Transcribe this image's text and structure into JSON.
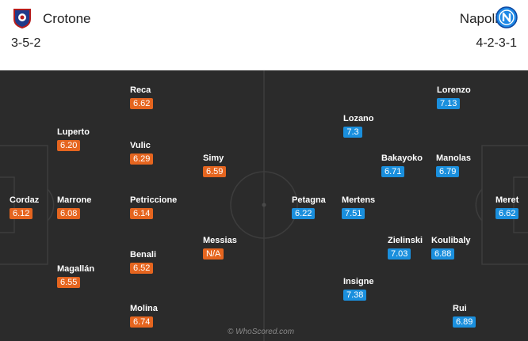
{
  "home": {
    "name": "Crotone",
    "formation": "3-5-2",
    "players": [
      {
        "name": "Reca",
        "rating": "6.62"
      },
      {
        "name": "Luperto",
        "rating": "6.20"
      },
      {
        "name": "Vulic",
        "rating": "6.29"
      },
      {
        "name": "Simy",
        "rating": "6.59"
      },
      {
        "name": "Cordaz",
        "rating": "6.12"
      },
      {
        "name": "Marrone",
        "rating": "6.08"
      },
      {
        "name": "Petriccione",
        "rating": "6.14"
      },
      {
        "name": "Messias",
        "rating": "N/A"
      },
      {
        "name": "Benali",
        "rating": "6.52"
      },
      {
        "name": "Magallán",
        "rating": "6.55"
      },
      {
        "name": "Molina",
        "rating": "6.74"
      }
    ]
  },
  "away": {
    "name": "Napoli",
    "formation": "4-2-3-1",
    "players": [
      {
        "name": "Lorenzo",
        "rating": "7.13"
      },
      {
        "name": "Lozano",
        "rating": "7.3"
      },
      {
        "name": "Bakayoko",
        "rating": "6.71"
      },
      {
        "name": "Manolas",
        "rating": "6.79"
      },
      {
        "name": "Petagna",
        "rating": "6.22"
      },
      {
        "name": "Mertens",
        "rating": "7.51"
      },
      {
        "name": "Meret",
        "rating": "6.62"
      },
      {
        "name": "Zielinski",
        "rating": "7.03"
      },
      {
        "name": "Koulibaly",
        "rating": "6.88"
      },
      {
        "name": "Insigne",
        "rating": "7.38"
      },
      {
        "name": "Rui",
        "rating": "6.89"
      }
    ]
  },
  "watermark": "© WhoScored.com",
  "colors": {
    "home_rating": "#e5651f",
    "away_rating": "#1a8fdd",
    "pitch": "#2b2b2b"
  },
  "icons": {
    "home_crest": "crotone-crest-icon",
    "away_crest": "napoli-crest-icon"
  }
}
